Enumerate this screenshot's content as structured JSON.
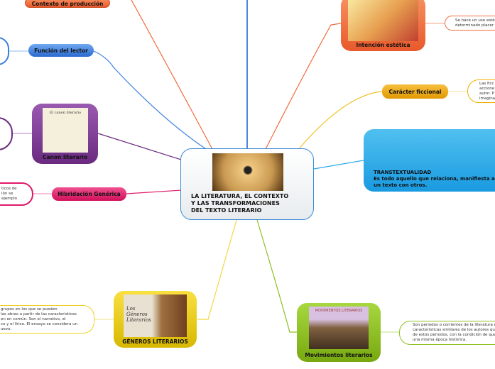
{
  "central": {
    "title": "LA LITERATURA, EL CONTEXTO\nY LAS TRANSFORMACIONES\nDEL TEXTO LITERARIO"
  },
  "nodes": {
    "contexto": "Contexto de producción",
    "funcion": "Función del lector",
    "canon": "Canon literario",
    "hibridacion": "Hibridación Genérica",
    "hibridacion_text": "ticos de\nión se\nejemplo",
    "intencion": "Intención estética",
    "intencion_text": "Se hace un uso estét\ndeterminado placer e",
    "caracter": "Carácter ficcional",
    "caracter_text": "Las ficc\naccione\nautor. P\nimagina",
    "transtextualidad": "TRANSTEXTUALIDAD\n Es todo aquello que relaciona, manifiesta a\nun texto con otros.",
    "generos": "GÉNEROS LITERARIOS",
    "generos_text": "grupos en los que se pueden\nlas obras a partir de las características\nen en común. Son el narrativo, el\nco y el lírico. El ensayo se considera un\nuevo.",
    "generos_img_text": "Los Géneros Literarios",
    "movimientos": "Movimientos literarios",
    "movimientos_text": "Son periodos o corrientes de la literatura e\ncaracterísticas similares de los autores qu\nde estos periodos, con la condición de que\nuna misma época histórica.",
    "movimientos_img_text": "MOVIMIENTOS LITERARIOS",
    "canon_img_text": "El canon literario"
  },
  "colors": {
    "orange": "#f06a3c",
    "blue": "#3a7fe0",
    "purple": "#6a2a80",
    "pink": "#e0186a",
    "yellow": "#f0c020",
    "lightblue": "#2aaae8",
    "green": "#8ec020",
    "gold": "#f0a800"
  }
}
